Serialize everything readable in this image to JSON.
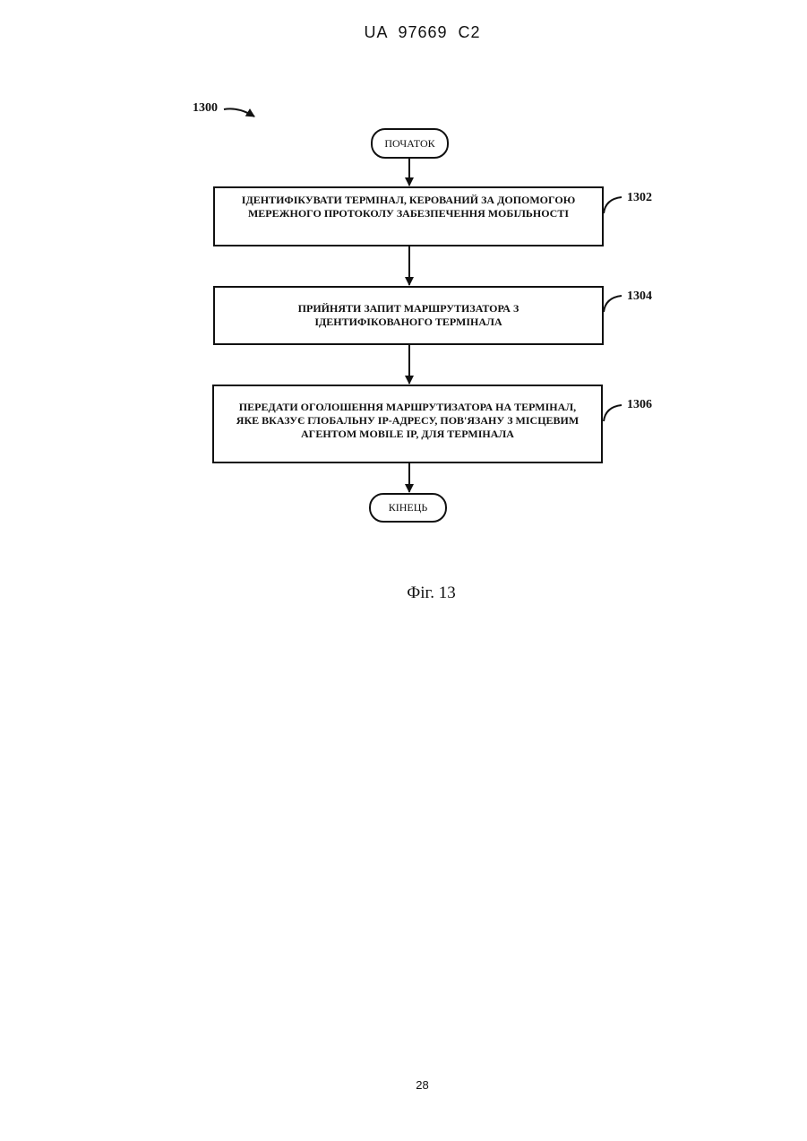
{
  "header": {
    "text": "UA 97669 C2"
  },
  "diagram": {
    "label": "1300",
    "start": "ПОЧАТОК",
    "end": "КІНЕЦЬ",
    "steps": [
      {
        "ref": "1302",
        "text": "ІДЕНТИФІКУВАТИ ТЕРМІНАЛ, КЕРОВАНИЙ ЗА ДОПОМОГОЮ МЕРЕЖНОГО ПРОТОКОЛУ ЗАБЕЗПЕЧЕННЯ МОБІЛЬНОСТІ"
      },
      {
        "ref": "1304",
        "text": "ПРИЙНЯТИ ЗАПИТ МАРШРУТИЗАТОРА З ІДЕНТИФІКОВАНОГО ТЕРМІНАЛА"
      },
      {
        "ref": "1306",
        "text": "ПЕРЕДАТИ ОГОЛОШЕННЯ МАРШРУТИЗАТОРА НА ТЕРМІНАЛ, ЯКЕ ВКАЗУЄ ГЛОБАЛЬНУ IP-АДРЕСУ, ПОВ'ЯЗАНУ З МІСЦЕВИМ АГЕНТОМ MOBILE IP, ДЛЯ ТЕРМІНАЛА"
      }
    ]
  },
  "caption": "Фіг. 13",
  "page_number": "28"
}
